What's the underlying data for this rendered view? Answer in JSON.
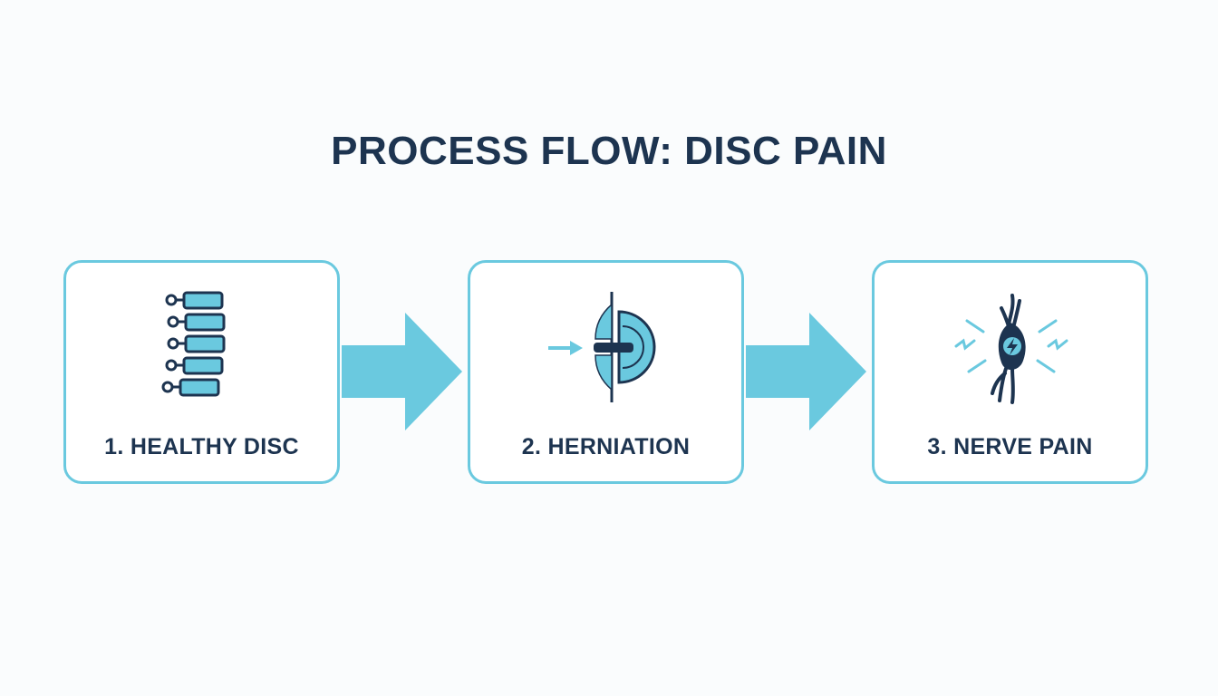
{
  "title": "PROCESS FLOW: DISC PAIN",
  "colors": {
    "accent": "#6ac9df",
    "dark": "#1d3450",
    "background": "#fafcfd"
  },
  "steps": [
    {
      "label": "1. HEALTHY DISC",
      "icon": "spine-vertebrae-icon"
    },
    {
      "label": "2. HERNIATION",
      "icon": "disc-herniation-icon"
    },
    {
      "label": "3. NERVE PAIN",
      "icon": "nerve-pain-icon"
    }
  ]
}
